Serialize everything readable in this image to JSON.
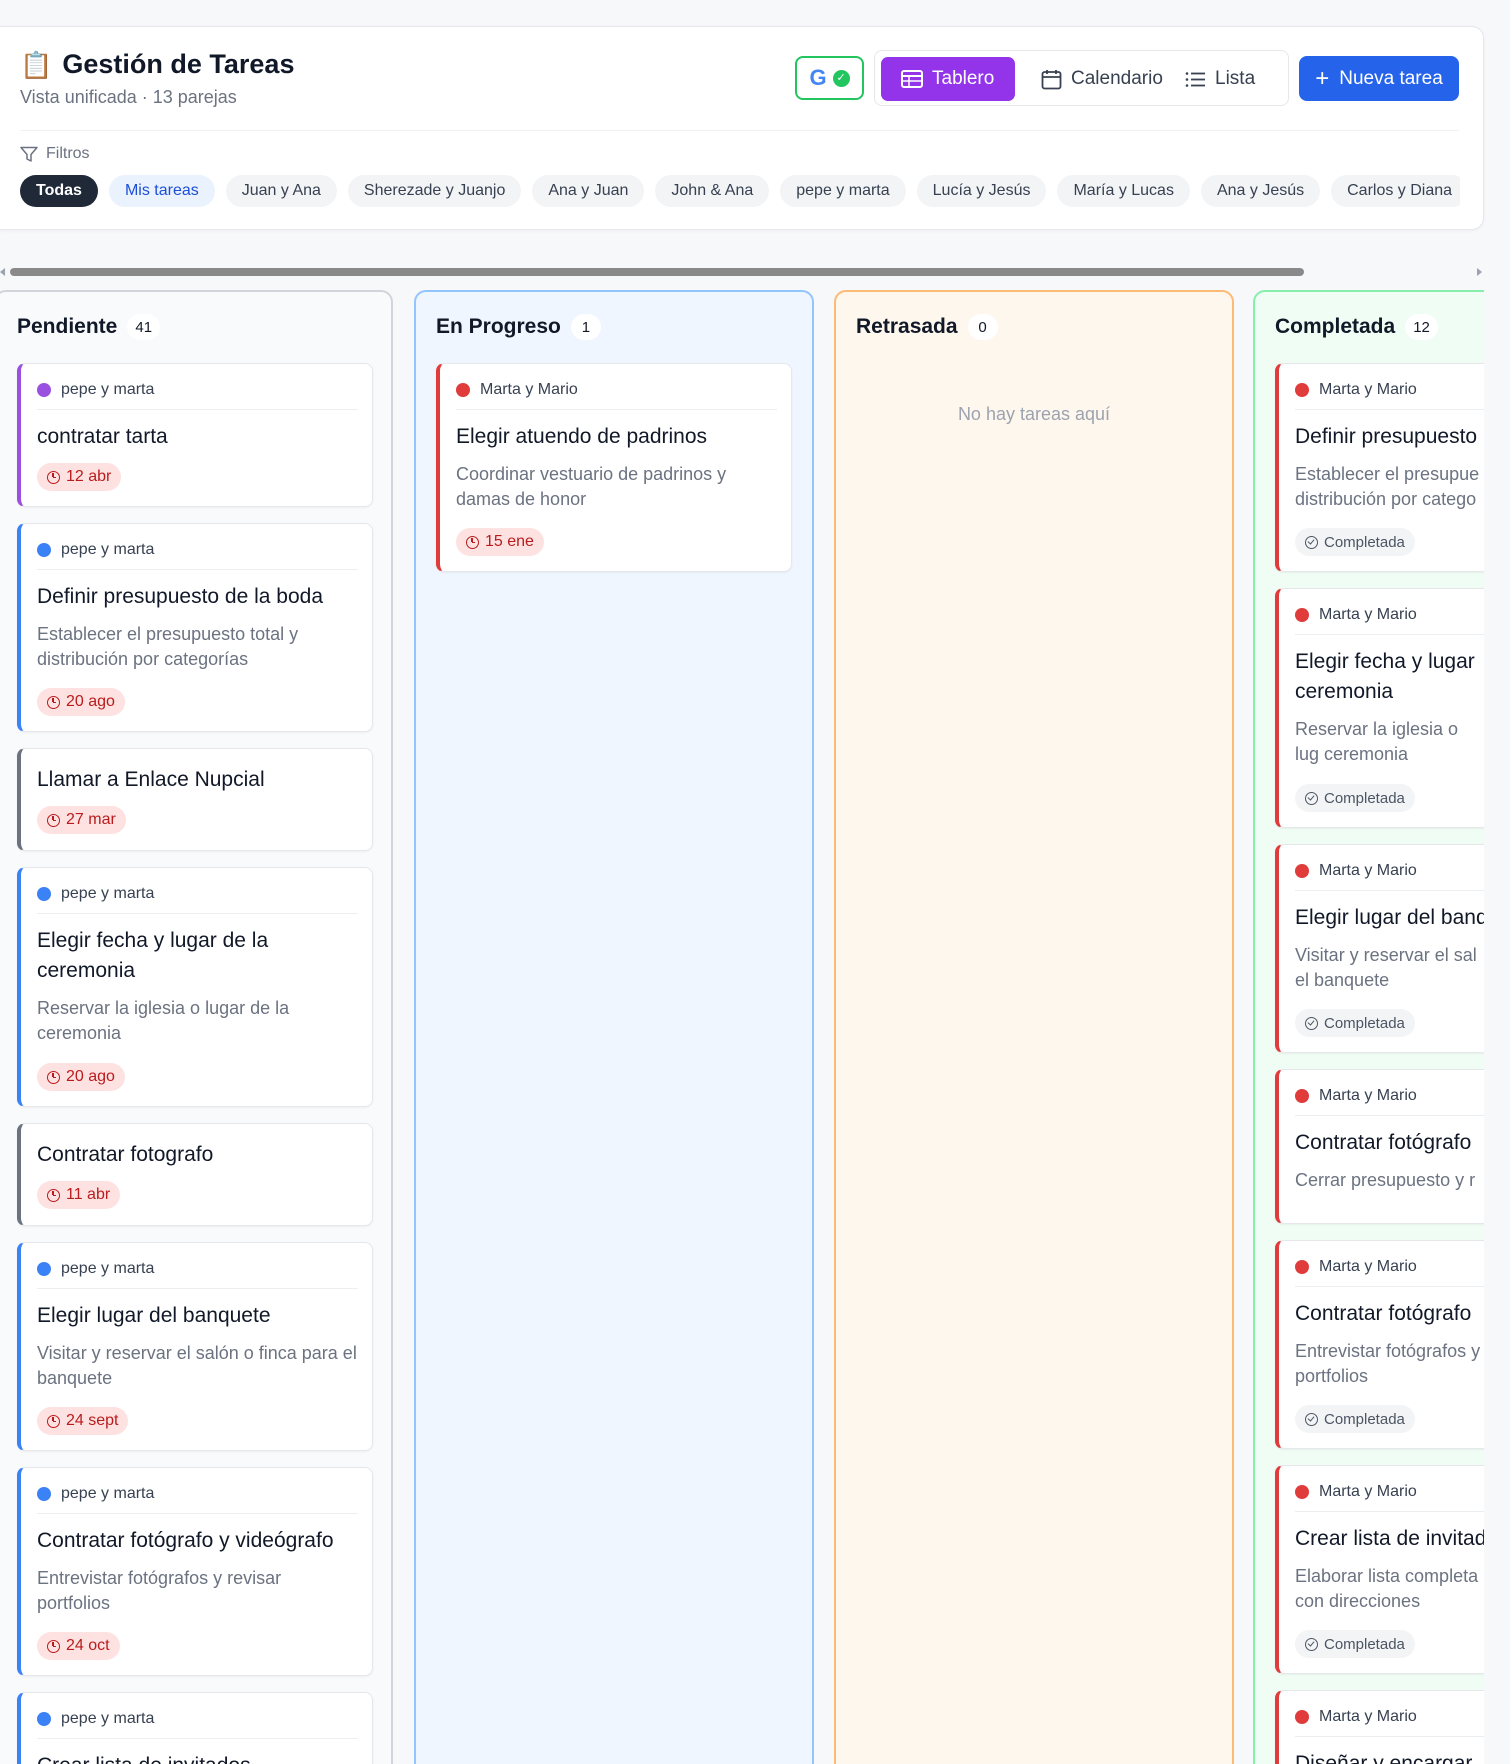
{
  "header": {
    "icon": "📋",
    "title": "Gestión de Tareas",
    "subtitle": "Vista unificada · 13 parejas",
    "google_icon": "google-icon",
    "google_letter": "G",
    "views": [
      "Tablero",
      "Calendario",
      "Lista"
    ],
    "new_task": "Nueva tarea",
    "filters_label": "Filtros"
  },
  "chips": [
    "Todas",
    "Mis tareas",
    "Juan y Ana",
    "Sherezade y Juanjo",
    "Ana y Juan",
    "John & Ana",
    "pepe y marta",
    "Lucía y Jesús",
    "María y Lucas",
    "Ana y Jesús",
    "Carlos y Diana",
    ""
  ],
  "colors": {
    "accent_purple": "#9333ea",
    "primary_blue": "#2563eb",
    "dot_purple": "#9b51e0",
    "dot_blue": "#3b82f6",
    "dot_red": "#e03c3c",
    "border_gray": "#6b7280",
    "overdue_bg": "#fee2e2"
  },
  "columns": {
    "pending": {
      "title": "Pendiente",
      "count": "41",
      "cards": [
        {
          "couple": "pepe y marta",
          "title": "contratar tarta",
          "due": "12 abr"
        },
        {
          "couple": "pepe y marta",
          "title": "Definir presupuesto de la boda",
          "description": "Establecer el presupuesto total y distribución por categorías",
          "due": "20 ago"
        },
        {
          "title": "Llamar a Enlace Nupcial",
          "due": "27 mar"
        },
        {
          "couple": "pepe y marta",
          "title": "Elegir fecha y lugar de la ceremonia",
          "description": "Reservar la iglesia o lugar de la ceremonia",
          "due": "20 ago"
        },
        {
          "title": "Contratar fotografo",
          "due": "11 abr"
        },
        {
          "couple": "pepe y marta",
          "title": "Elegir lugar del banquete",
          "description": "Visitar y reservar el salón o finca para el banquete",
          "due": "24 sept"
        },
        {
          "couple": "pepe y marta",
          "title": "Contratar fotógrafo y videógrafo",
          "description": "Entrevistar fotógrafos y revisar portfolios",
          "due": "24 oct"
        },
        {
          "couple": "pepe y marta",
          "title": "Crear lista de invitados"
        }
      ]
    },
    "in_progress": {
      "title": "En Progreso",
      "count": "1",
      "cards": [
        {
          "couple": "Marta y Mario",
          "title": "Elegir atuendo de padrinos",
          "description": "Coordinar vestuario de padrinos y damas de honor",
          "due": "15 ene"
        }
      ]
    },
    "delayed": {
      "title": "Retrasada",
      "count": "0",
      "empty": "No hay tareas aquí"
    },
    "completed": {
      "title": "Completada",
      "count": "12",
      "cards": [
        {
          "couple": "Marta y Mario",
          "title": "Definir presupuesto",
          "description": "Establecer el presupue distribución por catego",
          "status": "Completada"
        },
        {
          "couple": "Marta y Mario",
          "title": "Elegir fecha y lugar ceremonia",
          "description": "Reservar la iglesia o lug ceremonia",
          "status": "Completada"
        },
        {
          "couple": "Marta y Mario",
          "title": "Elegir lugar del banq",
          "description": "Visitar y reservar el sal el banquete",
          "status": "Completada"
        },
        {
          "couple": "Marta y Mario",
          "title": "Contratar fotógrafo",
          "description": "Cerrar presupuesto y r"
        },
        {
          "couple": "Marta y Mario",
          "title": "Contratar fotógrafo",
          "description": "Entrevistar fotógrafos y portfolios",
          "status": "Completada"
        },
        {
          "couple": "Marta y Mario",
          "title": "Crear lista de invitad",
          "description": "Elaborar lista completa con direcciones",
          "status": "Completada"
        },
        {
          "couple": "Marta y Mario",
          "title": "Diseñar y encargar"
        }
      ]
    }
  }
}
